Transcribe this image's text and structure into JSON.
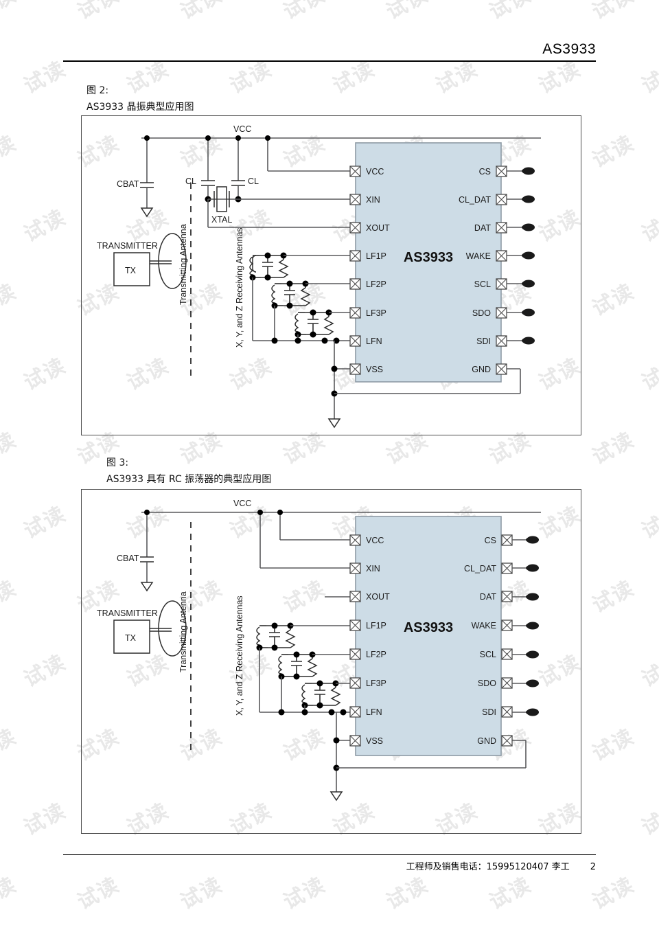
{
  "document": {
    "header_title": "AS3933",
    "footer_contact": "工程师及销售电话：15995120407 李工",
    "footer_page": "2",
    "watermark_text": "试读"
  },
  "figures": [
    {
      "id": "figure-2",
      "caption_line1": "图 2:",
      "caption_line2": "AS3933 晶振典型应用图",
      "chip_name": "AS3933",
      "power": {
        "rail_label": "VCC",
        "battery_cap_label": "CBAT",
        "load_cap_label_1": "CL",
        "load_cap_label_2": "CL",
        "crystal_label": "XTAL"
      },
      "transmitter": {
        "box_label": "TX",
        "title": "TRANSMITTER",
        "antenna_label": "Transmitting Antenna"
      },
      "receiver": {
        "antenna_label": "X, Y, and Z Receiving Antennas"
      },
      "left_pins": [
        "VCC",
        "XIN",
        "XOUT",
        "LF1P",
        "LF2P",
        "LF3P",
        "LFN",
        "VSS"
      ],
      "right_pins": [
        "CS",
        "CL_DAT",
        "DAT",
        "WAKE",
        "SCL",
        "SDO",
        "SDI",
        "GND"
      ]
    },
    {
      "id": "figure-3",
      "caption_line1": "图 3:",
      "caption_line2": "AS3933 具有 RC 振荡器的典型应用图",
      "chip_name": "AS3933",
      "power": {
        "rail_label": "VCC",
        "battery_cap_label": "CBAT"
      },
      "transmitter": {
        "box_label": "TX",
        "title": "TRANSMITTER",
        "antenna_label": "Transmitting Antenna"
      },
      "receiver": {
        "antenna_label": "X, Y, and Z Receiving Antennas"
      },
      "left_pins": [
        "VCC",
        "XIN",
        "XOUT",
        "LF1P",
        "LF2P",
        "LF3P",
        "LFN",
        "VSS"
      ],
      "right_pins": [
        "CS",
        "CL_DAT",
        "DAT",
        "WAKE",
        "SCL",
        "SDO",
        "SDI",
        "GND"
      ]
    }
  ],
  "colors": {
    "chip_fill": "#cddce6",
    "chip_stroke": "#8d9aa5",
    "wire": "#58595b",
    "frame": "#4a4a4a"
  }
}
